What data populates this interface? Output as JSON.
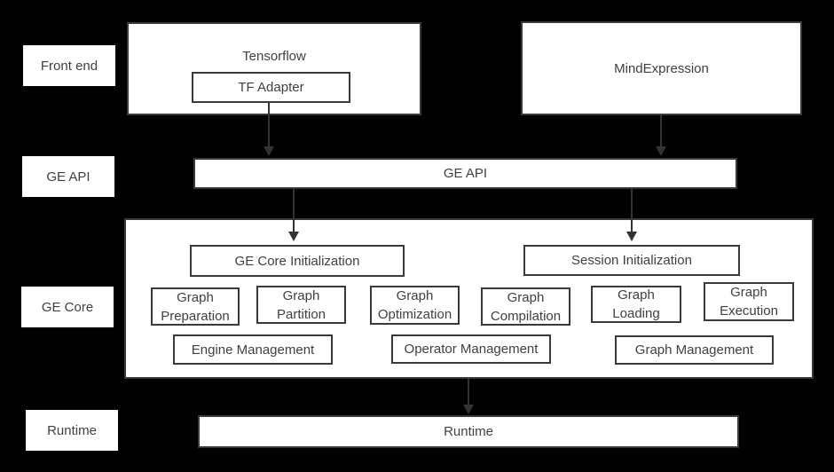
{
  "colors": {
    "background": "#000000",
    "box_fill": "#ffffff",
    "box_border": "#3a3a3a",
    "text": "#404040",
    "arrow": "#333333"
  },
  "row_labels": {
    "front_end": "Front end",
    "ge_api": "GE API",
    "ge_core": "GE Core",
    "runtime": "Runtime"
  },
  "front_end": {
    "tensorflow_title": "Tensorflow",
    "tf_adapter": "TF Adapter",
    "mind_expression": "MindExpression"
  },
  "ge_api_bar": "GE API",
  "ge_core": {
    "init_boxes": [
      "GE Core Initialization",
      "Session Initialization"
    ],
    "stage_boxes": [
      "Graph Preparation",
      "Graph Partition",
      "Graph Optimization",
      "Graph Compilation",
      "Graph Loading",
      "Graph Execution"
    ],
    "management_boxes": [
      "Engine Management",
      "Operator Management",
      "Graph Management"
    ]
  },
  "runtime_bar": "Runtime",
  "icons": {
    "down_arrow": "down-arrow"
  }
}
